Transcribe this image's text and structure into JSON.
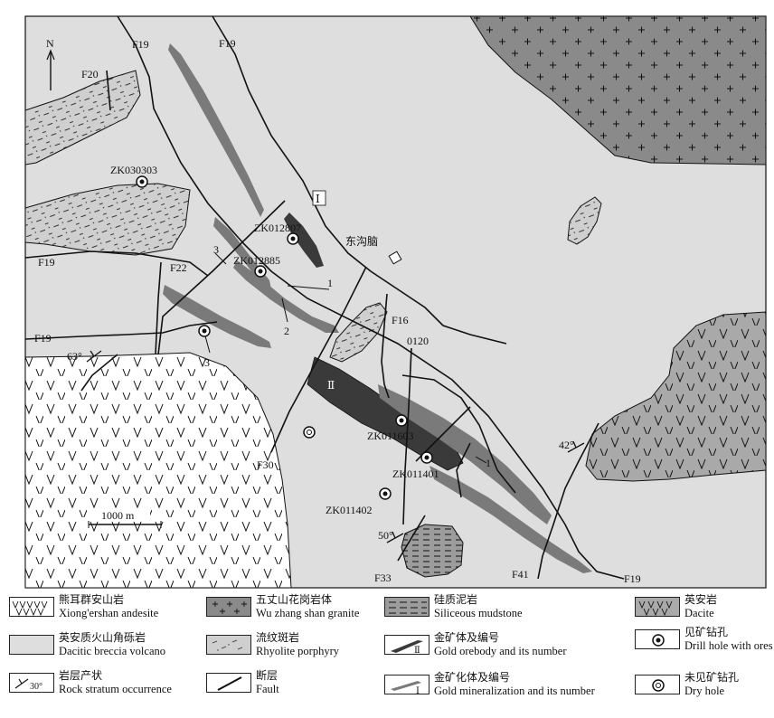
{
  "labels": {
    "north": "N",
    "f19_a": "F19",
    "f19_b": "F19",
    "f19_c": "F19",
    "f19_d": "F19",
    "f19_e": "F19",
    "f20": "F20",
    "f22": "F22",
    "f30": "F30",
    "f16": "F16",
    "f33": "F33",
    "f41": "F41",
    "zk030303": "ZK030303",
    "zk012807": "ZK012807",
    "zk012885": "ZK012885",
    "zk011603": "ZK011603",
    "zk011401": "ZK011401",
    "zk011402": "ZK011402",
    "ore_I": "Ⅰ",
    "ore_II": "Ⅱ",
    "m1a": "1",
    "m1b": "1",
    "m2": "2",
    "m3a": "3",
    "m3b": "3",
    "dgn": "东沟脑",
    "line0120": "0120",
    "dip63": "63°",
    "dip42": "42°",
    "dip50": "50°",
    "scale": "1000 m"
  },
  "legend": [
    {
      "cn": "熊耳群安山岩",
      "en": "Xiong'ershan andesite",
      "symbol": "andesite-v"
    },
    {
      "cn": "英安质火山角砾岩",
      "en": "Dacitic breccia volcano",
      "symbol": "breccia-fill"
    },
    {
      "cn": "岩层产状",
      "en": "Rock stratum occurrence",
      "symbol": "strike-dip",
      "symbol_text": "30°"
    },
    {
      "cn": "五丈山花岗岩体",
      "en": "Wu zhang shan granite",
      "symbol": "granite-plus"
    },
    {
      "cn": "流纹斑岩",
      "en": "Rhyolite porphyry",
      "symbol": "rhyolite-dash"
    },
    {
      "cn": "断层",
      "en": "Fault",
      "symbol": "fault-line"
    },
    {
      "cn": "硅质泥岩",
      "en": "Siliceous mudstone",
      "symbol": "mudstone-hatch"
    },
    {
      "cn": "金矿体及编号",
      "en": "Gold orebody and its number",
      "symbol": "orebody",
      "symbol_text": "Ⅱ"
    },
    {
      "cn": "金矿化体及编号",
      "en": "Gold mineralization and its number",
      "symbol": "mineralization",
      "symbol_text": "Ⅰ"
    },
    {
      "cn": "英安岩",
      "en": "Dacite",
      "symbol": "dacite-v"
    },
    {
      "cn": "见矿钻孔",
      "en": "Drill hole with ores",
      "symbol": "drill-ore"
    },
    {
      "cn": "未见矿钻孔",
      "en": "Dry hole",
      "symbol": "drill-dry"
    }
  ],
  "colors": {
    "breccia": "#dedede",
    "granite": "#8a8a8a",
    "dacite": "#a9a9a9",
    "rhyolite": "#cfcfcf",
    "orebody": "#3a3a3a",
    "mineral": "#7a7a7a",
    "mudstone": "#9c9c9c"
  }
}
